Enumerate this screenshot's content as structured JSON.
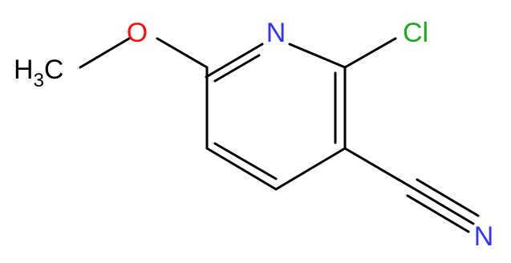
{
  "molecule": {
    "atoms": {
      "ring_nitrogen": {
        "label": "N",
        "color": "#3333ff"
      },
      "chlorine": {
        "label": "Cl",
        "color": "#1fa81f"
      },
      "oxygen": {
        "label": "O",
        "color": "#ff0d0d"
      },
      "nitrile_nitrogen": {
        "label": "N",
        "color": "#3333ff"
      },
      "methyl": {
        "h": "H",
        "subscript": "3",
        "c": "C",
        "color": "#000000"
      }
    },
    "bond_color": "#000000"
  }
}
